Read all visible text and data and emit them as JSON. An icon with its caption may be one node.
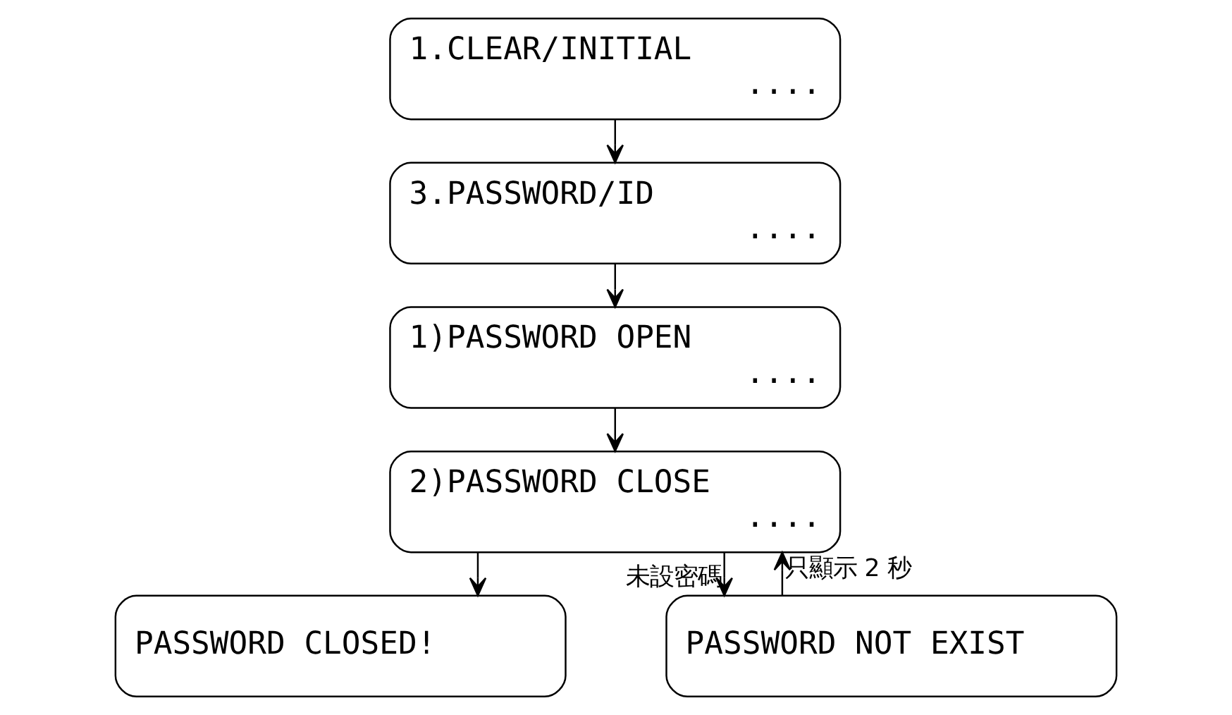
{
  "diagram": {
    "nodes": [
      {
        "text": [
          "1.CLEAR/INITIAL",
          "...."
        ]
      },
      {
        "text": [
          "3.PASSWORD/ID",
          "...."
        ]
      },
      {
        "text": [
          "1)PASSWORD OPEN",
          "...."
        ]
      },
      {
        "text": [
          "2)PASSWORD CLOSE",
          "...."
        ]
      },
      {
        "text": [
          "PASSWORD CLOSED!"
        ]
      },
      {
        "text": [
          "PASSWORD NOT EXIST"
        ]
      }
    ],
    "edges": [
      {
        "from": 0,
        "to": 1,
        "arrow": "to"
      },
      {
        "from": 1,
        "to": 2,
        "arrow": "to"
      },
      {
        "from": 2,
        "to": 3,
        "arrow": "to"
      },
      {
        "from": 3,
        "to": 4,
        "arrow": "to"
      },
      {
        "from": 3,
        "to": 5,
        "arrow": "to",
        "label": "未設密碼"
      },
      {
        "from": 5,
        "to": 3,
        "arrow": "to",
        "label": "只顯示 2 秒"
      }
    ]
  }
}
